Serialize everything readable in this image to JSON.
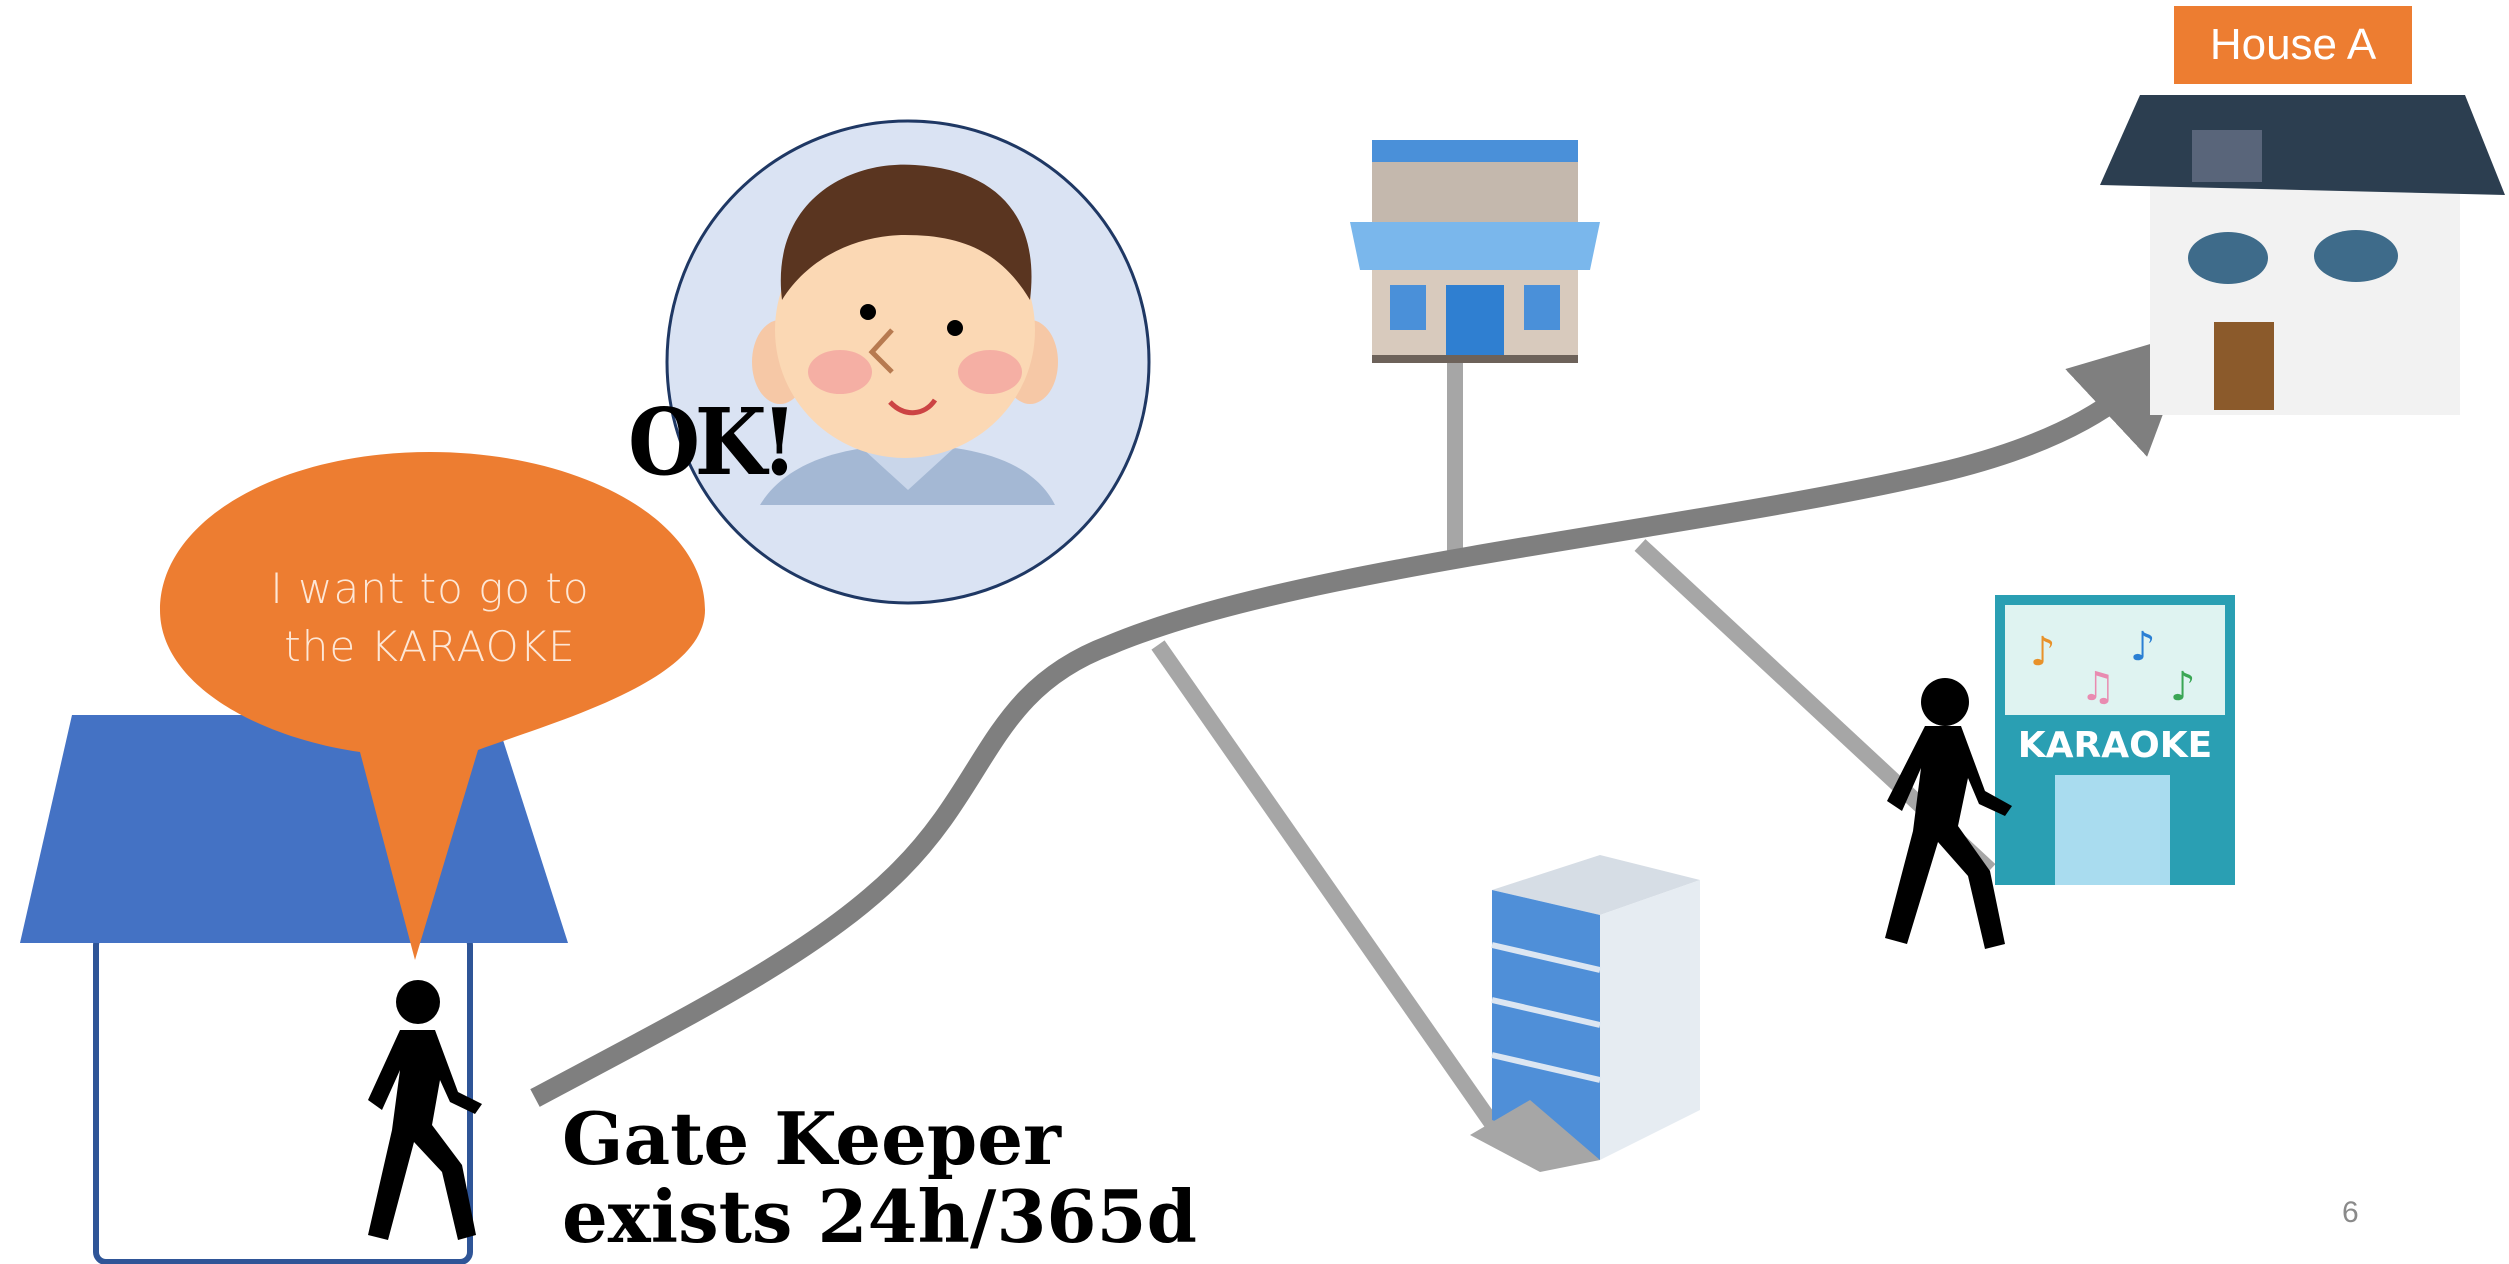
{
  "speech_bubble": {
    "line1": "I want to go to",
    "line2": "the KARAOKE",
    "color": "#ed7d31"
  },
  "gatekeeper": {
    "reply": "OK!"
  },
  "destination": {
    "label": "House A",
    "label_color": "#ed7d31"
  },
  "karaoke": {
    "sign": "KARAOKE"
  },
  "caption": {
    "line1": "Gate Keeper",
    "line2": "exists 24h/365d"
  },
  "slide": {
    "page_number": "6"
  },
  "colors": {
    "home_roof": "#4472c4",
    "home_frame": "#2f5597",
    "main_road": "#7f7f7f",
    "side_road": "#a6a6a6"
  }
}
